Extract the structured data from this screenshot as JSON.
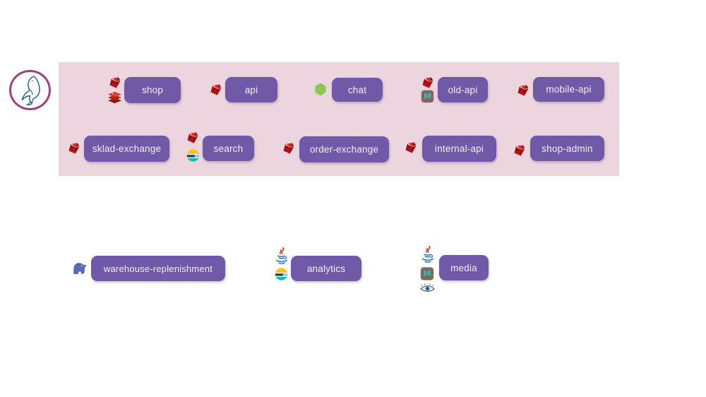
{
  "colors": {
    "page-bg": "#ffffff",
    "cluster-bg": "#edd5df",
    "button-bg": "#7059a7",
    "button-text": "#f2eef8",
    "mysql-ring": "#a0417b",
    "mysql-dolphin": "#1d5e78",
    "ruby-red": "#9e0e12",
    "redis-red": "#b22015",
    "nodejs-green": "#8cc84b",
    "elastic-yellow": "#fec514",
    "elastic-teal": "#00bfb3",
    "elastic-dark": "#2f3640",
    "java-blue": "#1a70b8",
    "java-red": "#d1281e",
    "postgres-blue": "#5a6db2",
    "memcached-bg": "#796a63",
    "memcached-m": "#45b8ac"
  },
  "cluster": {
    "name": "mysql-cluster",
    "database_icon": "mysql-dolphin-icon"
  },
  "services": {
    "items": [
      {
        "label": "shop",
        "icons": [
          "ruby-icon",
          "redis-icon"
        ],
        "group": "cluster"
      },
      {
        "label": "api",
        "icons": [
          "ruby-icon"
        ],
        "group": "cluster"
      },
      {
        "label": "chat",
        "icons": [
          "nodejs-icon"
        ],
        "group": "cluster"
      },
      {
        "label": "old-api",
        "icons": [
          "ruby-icon",
          "memcached-icon"
        ],
        "group": "cluster"
      },
      {
        "label": "mobile-api",
        "icons": [
          "ruby-icon"
        ],
        "group": "cluster"
      },
      {
        "label": "sklad-exchange",
        "icons": [
          "ruby-icon"
        ],
        "group": "cluster"
      },
      {
        "label": "search",
        "icons": [
          "ruby-icon",
          "elasticsearch-icon"
        ],
        "group": "cluster"
      },
      {
        "label": "order-exchange",
        "icons": [
          "ruby-icon"
        ],
        "group": "cluster"
      },
      {
        "label": "internal-api",
        "icons": [
          "ruby-icon"
        ],
        "group": "cluster"
      },
      {
        "label": "shop-admin",
        "icons": [
          "ruby-icon"
        ],
        "group": "cluster"
      },
      {
        "label": "warehouse-replenishment",
        "icons": [
          "postgresql-icon"
        ],
        "group": "standalone"
      },
      {
        "label": "analytics",
        "icons": [
          "java-icon",
          "elasticsearch-icon"
        ],
        "group": "standalone"
      },
      {
        "label": "media",
        "icons": [
          "java-icon",
          "memcached-icon",
          "eye-icon"
        ],
        "group": "standalone"
      }
    ]
  }
}
